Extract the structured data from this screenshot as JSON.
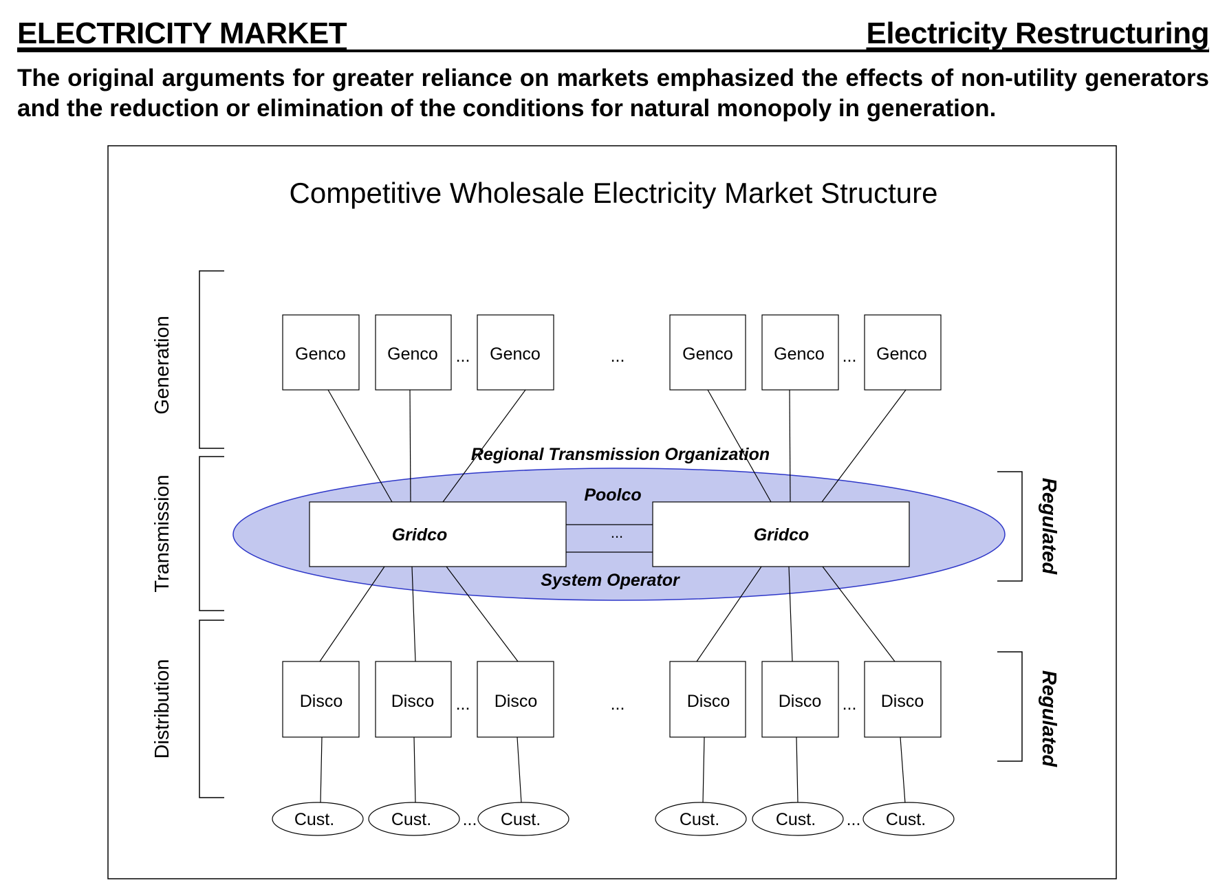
{
  "header": {
    "left_title": "ELECTRICITY MARKET",
    "right_title": "Electricity Restructuring"
  },
  "intro": "The original arguments for greater reliance on markets emphasized the effects of non-utility generators and the reduction or elimination of the conditions for natural monopoly in generation.",
  "diagram": {
    "title": "Competitive Wholesale Electricity Market Structure",
    "sections": {
      "generation": "Generation",
      "transmission": "Transmission",
      "distribution": "Distribution"
    },
    "regulated": [
      "Regulated",
      "Regulated"
    ],
    "rto_label": "Regional Transmission Organization",
    "poolco_label": "Poolco",
    "system_operator_label": "System Operator",
    "gridcos": [
      "Gridco",
      "Gridco"
    ],
    "gridco_ellipsis": "...",
    "gencos": [
      "Genco",
      "Genco",
      "Genco",
      "Genco",
      "Genco",
      "Genco"
    ],
    "discos": [
      "Disco",
      "Disco",
      "Disco",
      "Disco",
      "Disco",
      "Disco"
    ],
    "customers": [
      "Cust.",
      "Cust.",
      "Cust.",
      "Cust.",
      "Cust.",
      "Cust."
    ],
    "ellipsis": "..."
  }
}
